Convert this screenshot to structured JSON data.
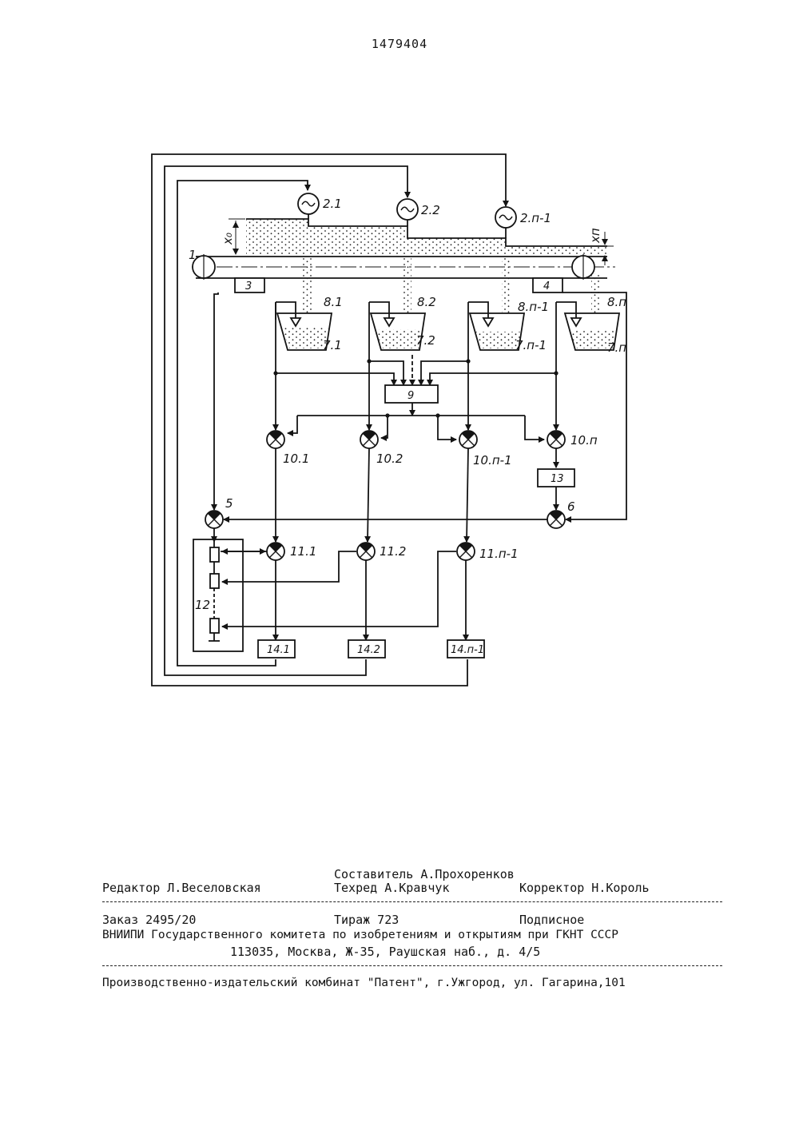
{
  "page_number": "1479404",
  "diagram": {
    "labels": {
      "belt": "1",
      "gen_1": "2.1",
      "gen_2": "2.2",
      "gen_n1": "2.п-1",
      "sensor_3": "3",
      "sensor_4": "4",
      "sum_5": "5",
      "sum_6": "6",
      "x0": "x₀",
      "xn": "xп",
      "sensor_81": "8.1",
      "sensor_82": "8.2",
      "sensor_8n1": "8.п-1",
      "sensor_8n": "8.п",
      "bunker_71": "7.1",
      "bunker_72": "7.2",
      "bunker_7n1": "7.п-1",
      "bunker_7n": "7.п",
      "block_9": "9",
      "mult_101": "10.1",
      "mult_102": "10.2",
      "mult_10n1": "10.п-1",
      "mult_10n": "10.п",
      "block_13": "13",
      "mult_111": "11.1",
      "mult_112": "11.2",
      "mult_11n1": "11.п-1",
      "block_12": "12",
      "reg_141": "14.1",
      "reg_142": "14.2",
      "reg_14n1": "14.п-1"
    }
  },
  "imprint": {
    "compiler": "Составитель А.Прохоренков",
    "editor": "Редактор Л.Веселовская",
    "techred": "Техред А.Кравчук",
    "corrector": "Корректор Н.Король",
    "order": "Заказ 2495/20",
    "circulation": "Тираж 723",
    "subscription": "Подписное",
    "institute": "ВНИИПИ Государственного комитета по изобретениям и открытиям при ГКНТ СССР",
    "address": "113035, Москва, Ж-35, Раушская наб., д. 4/5",
    "publisher": "Производственно-издательский комбинат \"Патент\", г.Ужгород, ул. Гагарина,101"
  }
}
